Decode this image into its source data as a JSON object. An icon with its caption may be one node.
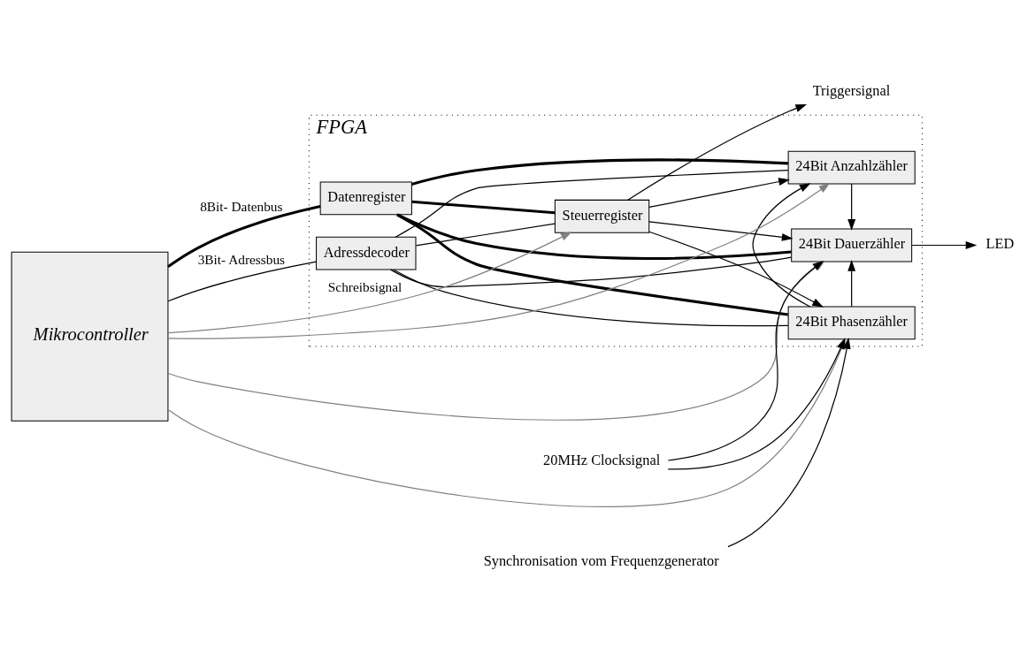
{
  "diagram": {
    "nodes": [
      {
        "text": [
          "FPGA"
        ]
      },
      {
        "text": [
          "Mikrocontroller"
        ]
      },
      {
        "text": [
          "Adressdecoder"
        ],
        "in": 0
      },
      {
        "text": [
          "Datenregister"
        ],
        "in": 0
      },
      {
        "text": [
          "Steuerregister"
        ],
        "in": 0
      },
      {
        "text": [
          "24Bit Phasenzähler"
        ],
        "in": 0
      },
      {
        "text": [
          "24Bit Anzahlzähler"
        ],
        "in": 0
      },
      {
        "text": [
          "24Bit Dauerzähler"
        ],
        "in": 0
      },
      {
        "text": [
          "Triggersignal"
        ]
      },
      {
        "text": [
          "Synchronisation vom Frequenzgenerator"
        ]
      },
      {
        "text": [
          "20MHz Clocksignal"
        ]
      },
      {
        "text": [
          "LED"
        ]
      }
    ],
    "edges": [
      {
        "from": 1,
        "to": 2,
        "arrow": "none",
        "label": "3Bit- Adressbus"
      },
      {
        "from": 1,
        "to": 3,
        "arrow": "none",
        "label": "8Bit- Datenbus",
        "style": "thick"
      },
      {
        "from": 2,
        "to": 4,
        "arrow": "none"
      },
      {
        "from": 2,
        "to": 5,
        "arrow": "none"
      },
      {
        "from": 2,
        "to": 6,
        "arrow": "none"
      },
      {
        "from": 2,
        "to": 7,
        "arrow": "none"
      },
      {
        "from": 3,
        "to": 4,
        "arrow": "none",
        "style": "thick"
      },
      {
        "from": 3,
        "to": 5,
        "arrow": "none",
        "style": "thick"
      },
      {
        "from": 3,
        "to": 6,
        "arrow": "none",
        "style": "thick"
      },
      {
        "from": 3,
        "to": 7,
        "arrow": "none",
        "style": "thick"
      },
      {
        "from": 4,
        "to": 8,
        "arrow": "to"
      },
      {
        "from": 9,
        "to": 5,
        "arrow": "to"
      },
      {
        "from": 4,
        "to": 5,
        "arrow": "to"
      },
      {
        "from": 4,
        "to": 6,
        "arrow": "to"
      },
      {
        "from": 4,
        "to": 7,
        "arrow": "to"
      },
      {
        "from": 1,
        "to": 4,
        "arrow": "to",
        "color": "#808080",
        "label": "Schreibsignal"
      },
      {
        "from": 1,
        "to": 5,
        "arrow": "to",
        "color": "#808080"
      },
      {
        "from": 1,
        "to": 6,
        "arrow": "to",
        "color": "#808080"
      },
      {
        "from": 1,
        "to": 7,
        "arrow": "to",
        "color": "#808080"
      },
      {
        "from": 10,
        "to": 5,
        "arrow": "to"
      },
      {
        "from": 10,
        "to": 7,
        "arrow": "to"
      },
      {
        "from": 5,
        "to": 6,
        "arrow": "to"
      },
      {
        "from": 5,
        "to": 7,
        "arrow": "to"
      },
      {
        "from": 6,
        "to": 7,
        "arrow": "to"
      },
      {
        "from": 7,
        "to": 11,
        "arrow": "to"
      }
    ]
  }
}
